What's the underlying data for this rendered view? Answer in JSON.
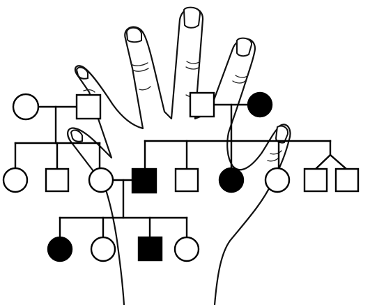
{
  "colors": {
    "ink": "#000000",
    "affected_fill": "#000000",
    "unaffected_fill": "#ffffff",
    "background": "#ffffff"
  },
  "pedigree": {
    "generation_1": [
      {
        "id": "g1-female-left",
        "sex": "female",
        "affected": false
      },
      {
        "id": "g1-male-left",
        "sex": "male",
        "affected": false
      },
      {
        "id": "g1-male-right",
        "sex": "male",
        "affected": false
      },
      {
        "id": "g1-female-right",
        "sex": "female",
        "affected": true
      }
    ],
    "generation_2": [
      {
        "id": "g2-female-1",
        "sex": "female",
        "affected": false
      },
      {
        "id": "g2-male-1",
        "sex": "male",
        "affected": false
      },
      {
        "id": "g2-female-2",
        "sex": "female",
        "affected": false
      },
      {
        "id": "g2-male-2",
        "sex": "male",
        "affected": true
      },
      {
        "id": "g2-male-3",
        "sex": "male",
        "affected": false
      },
      {
        "id": "g2-female-3",
        "sex": "female",
        "affected": true
      },
      {
        "id": "g2-female-4",
        "sex": "female",
        "affected": false
      },
      {
        "id": "g2-male-twin-a",
        "sex": "male",
        "affected": false
      },
      {
        "id": "g2-male-twin-b",
        "sex": "male",
        "affected": false
      }
    ],
    "generation_3": [
      {
        "id": "g3-female-1",
        "sex": "female",
        "affected": true
      },
      {
        "id": "g3-female-2",
        "sex": "female",
        "affected": false
      },
      {
        "id": "g3-male-1",
        "sex": "male",
        "affected": true
      },
      {
        "id": "g3-female-3",
        "sex": "female",
        "affected": false
      }
    ]
  }
}
